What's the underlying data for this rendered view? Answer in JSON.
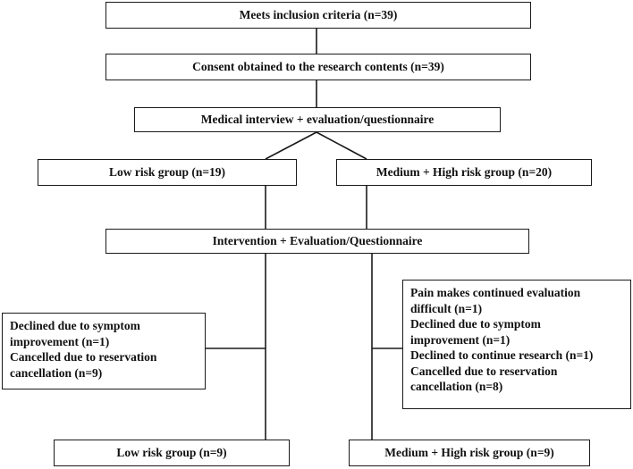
{
  "boxes": {
    "inclusion": "Meets inclusion criteria (n=39)",
    "consent": "Consent obtained to the research contents (n=39)",
    "interview": "Medical interview + evaluation/questionnaire",
    "low_risk_initial": "Low risk group (n=19)",
    "med_high_initial": "Medium + High risk group (n=20)",
    "intervention": "Intervention + Evaluation/Questionnaire",
    "low_exclusions": [
      "Declined due to symptom",
      "improvement (n=1)",
      "Cancelled due to reservation",
      "cancellation (n=9)"
    ],
    "med_high_exclusions": [
      "Pain makes continued evaluation",
      "difficult (n=1)",
      "Declined due to symptom",
      "improvement (n=1)",
      "Declined to continue research (n=1)",
      "Cancelled due to reservation",
      "cancellation (n=8)"
    ],
    "low_risk_final": "Low risk group (n=9)",
    "med_high_final": "Medium + High risk group (n=9)"
  }
}
